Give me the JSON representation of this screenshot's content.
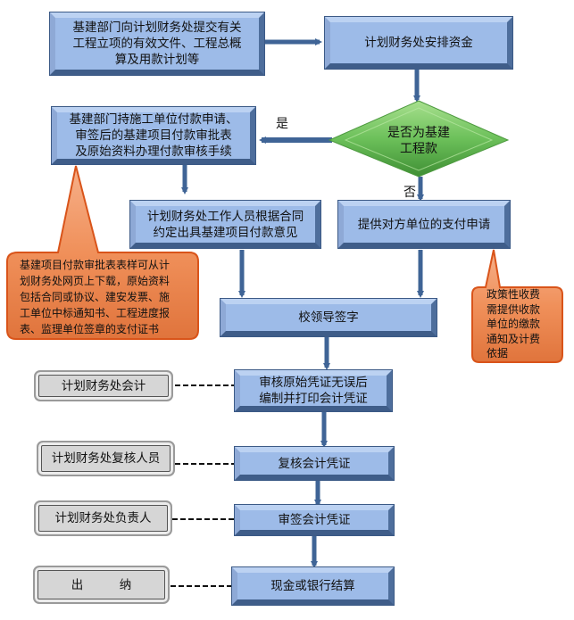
{
  "flow": {
    "step1": "基建部门向计划财务处提交有关工程立项的有效文件、工程总概算及用款计划等",
    "step1_lines": [
      "基建部门向计划财务处提交有关",
      "工程立项的有效文件、工程总概",
      "算及用款计划等"
    ],
    "step2": "计划财务处安排资金",
    "decision_lines": [
      "是否为基建",
      "工程款"
    ],
    "yes_label": "是",
    "no_label": "否",
    "yes_branch_lines": [
      "基建部门持施工单位付款申请、",
      "审签后的基建项目付款审批表",
      "及原始资料办理付款审核手续"
    ],
    "yes_next_lines": [
      "计划财务处工作人员根据合同",
      "约定出具基建项目付款意见"
    ],
    "no_branch": "提供对方单位的支付申请",
    "leader_sign": "校领导签字",
    "voucher_lines": [
      "审核原始凭证无误后",
      "编制并打印会计凭证"
    ],
    "review": "复核会计凭证",
    "approve": "审签会计凭证",
    "settle": "现金或银行结算"
  },
  "roles": {
    "accountant": "计划财务处会计",
    "reviewer": "计划财务处复核人员",
    "head": "计划财务处负责人",
    "cashier": "出　　　纳"
  },
  "notes": {
    "left_lines": [
      "基建项目付款审批表表样可从计",
      "划财务处网页上下载，原始资料",
      "包括合同或协议、建安发票、施",
      "工单位中标通知书、工程进度报",
      "表、监理单位签章的支付证书"
    ],
    "right_lines": [
      "政策性收费",
      "需提供收款",
      "单位的缴款",
      "通知及计费",
      "依据"
    ]
  },
  "colors": {
    "box_fill": "#9dbbe8",
    "box_border": "#3c5a86",
    "arrow": "#3f6496",
    "diamond": "#6cc05a",
    "callout": "#f0905a",
    "callout_border": "#d9541a",
    "role_fill": "#d6d6d6"
  }
}
